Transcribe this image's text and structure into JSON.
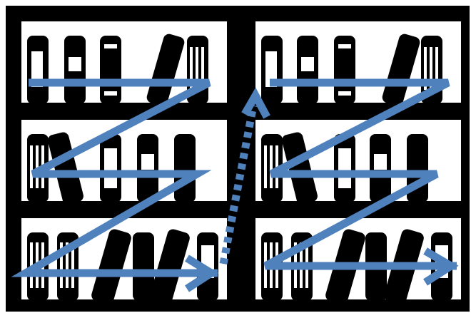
{
  "diagram": {
    "kind": "bookshelf reading-order diagram",
    "colors": {
      "shelf_frame": "#000000",
      "shelf_interior": "#ffffff",
      "book_fill": "#000000",
      "book_label": "#ffffff",
      "arrow": "#4f81bd"
    },
    "shelf_units": [
      {
        "id": "left",
        "rows": 3
      },
      {
        "id": "right",
        "rows": 3
      }
    ],
    "reading_path": {
      "style": "zigzag per unit, left to right then up to next unit",
      "unit_link_style": "dotted"
    }
  }
}
